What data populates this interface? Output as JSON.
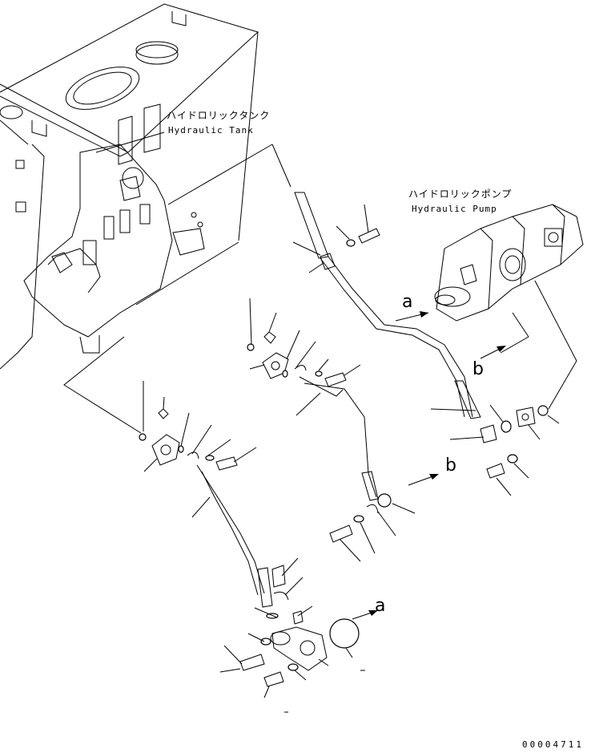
{
  "labels": {
    "tank_jp": "ハイドロリックタンク",
    "tank_en": "Hydraulic Tank",
    "pump_jp": "ハイドロリックポンプ",
    "pump_en": "Hydraulic Pump"
  },
  "connectors": {
    "a_pump": "a",
    "b_pump": "b",
    "b_mid": "b",
    "a_bottom": "a"
  },
  "drawing_number": "00004711"
}
